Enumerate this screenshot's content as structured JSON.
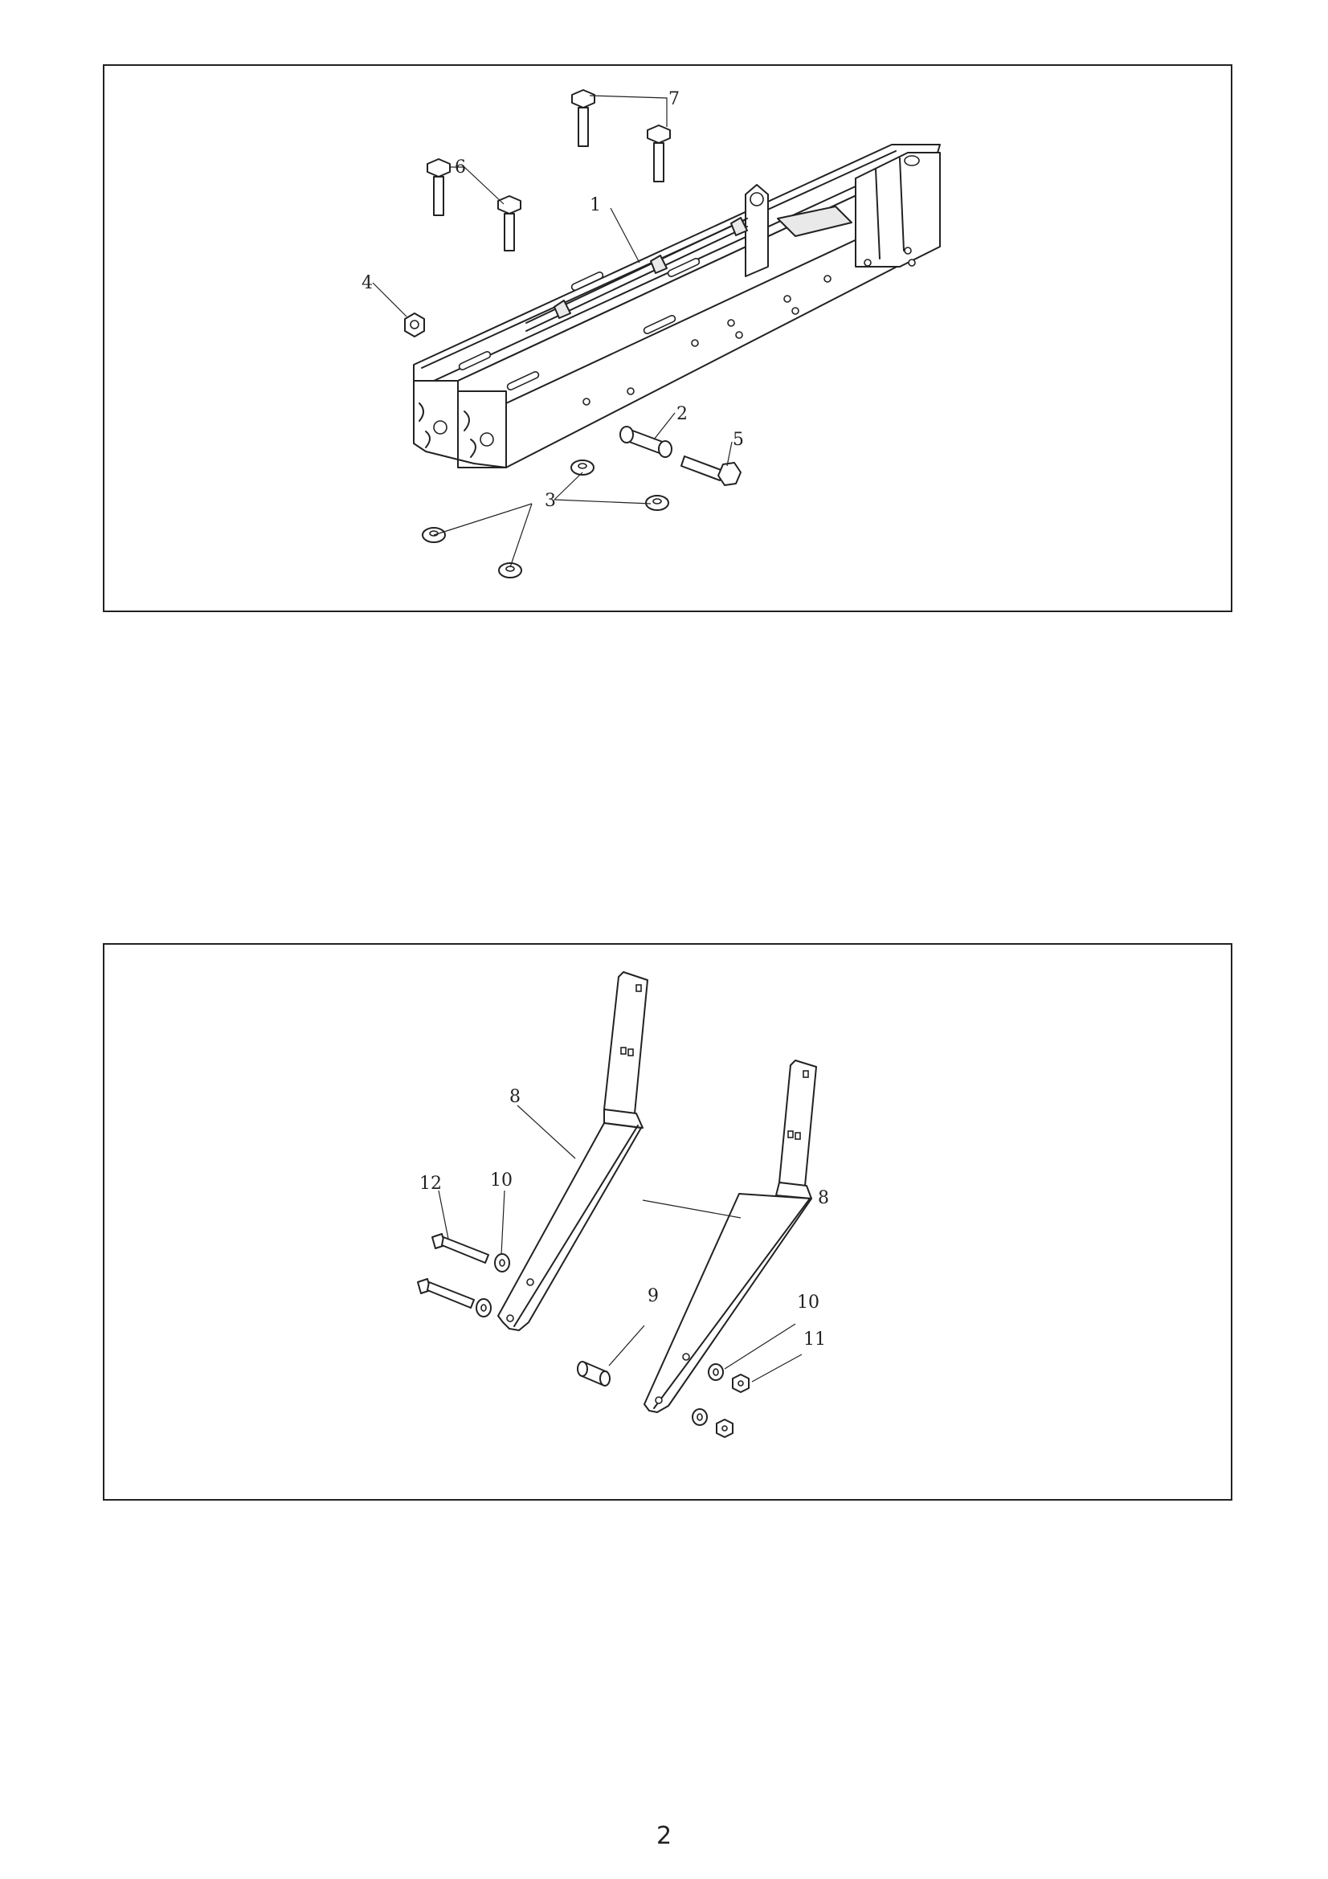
{
  "page_number": "2",
  "top_diagram": {
    "callouts": {
      "c1": "1",
      "c2": "2",
      "c3": "3",
      "c4": "4",
      "c5": "5",
      "c6": "6",
      "c7": "7"
    }
  },
  "bottom_diagram": {
    "callouts": {
      "c8a": "8",
      "c8b": "8",
      "c9": "9",
      "c10a": "10",
      "c10b": "10",
      "c11": "11",
      "c12": "12"
    }
  }
}
